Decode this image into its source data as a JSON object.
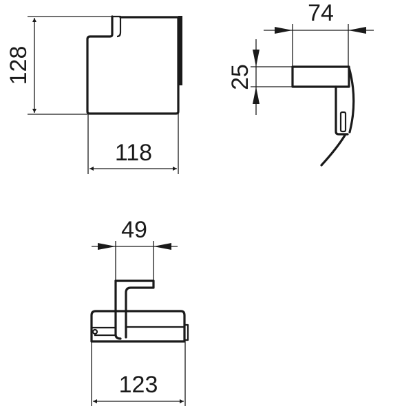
{
  "drawing": {
    "type": "technical dimension drawing",
    "units": "mm",
    "line_color": "#1a1a1a",
    "background": "#ffffff"
  },
  "views": {
    "front": {
      "height_label": "128",
      "width_label": "118"
    },
    "side": {
      "depth_label": "74",
      "thickness_label": "25"
    },
    "top": {
      "arm_label": "49",
      "width_label": "123"
    }
  }
}
